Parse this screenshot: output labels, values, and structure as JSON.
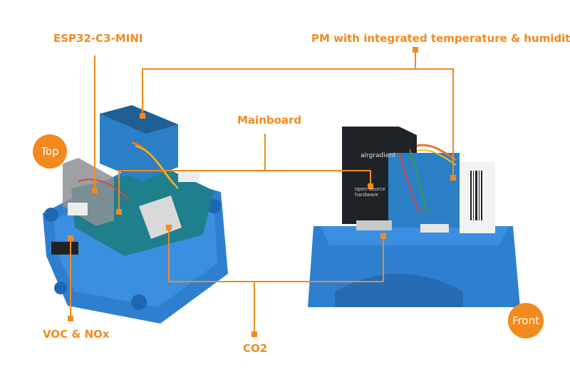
{
  "labels": {
    "esp32": "ESP32-C3-MINI",
    "pm": "PM with integrated temperature & humidity",
    "mainboard": "Mainboard",
    "voc": "VOC & NOx",
    "co2": "CO2",
    "top": "Top",
    "front": "Front"
  },
  "device_text": {
    "brand_mark": "airgradient",
    "open_hardware": "open source hardware"
  },
  "colors": {
    "accent": "#f28a1e",
    "housing_blue": "#2f7fd0",
    "pcb_teal": "#1f7f8c",
    "sensor_blue": "#2b7fc4",
    "bracket_dark": "#1f2328"
  }
}
